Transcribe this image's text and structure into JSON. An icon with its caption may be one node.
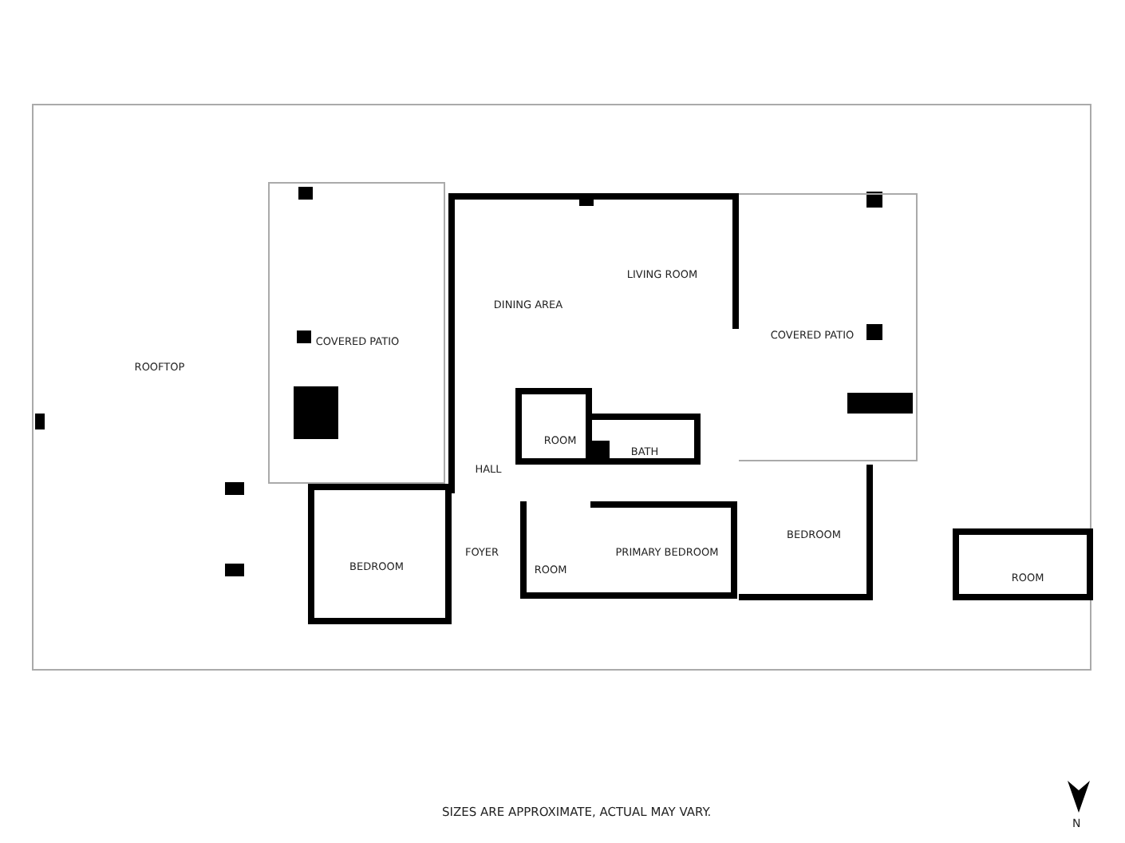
{
  "diagram": {
    "caption": "SIZES ARE APPROXIMATE, ACTUAL MAY VARY.",
    "nodes": [
      {
        "text": [
          "ROOFTOP"
        ]
      },
      {
        "text": [
          "COVERED PATIO"
        ],
        "in": 0
      },
      {
        "text": [
          "DINING AREA"
        ],
        "in": 0
      },
      {
        "text": [
          "LIVING ROOM"
        ],
        "in": 0
      },
      {
        "text": [
          "COVERED PATIO"
        ],
        "in": 0
      },
      {
        "text": [
          "ROOM"
        ],
        "in": 0
      },
      {
        "text": [
          "BATH"
        ],
        "in": 0
      },
      {
        "text": [
          "HALL"
        ],
        "in": 0
      },
      {
        "text": [
          "BEDROOM"
        ],
        "in": 0
      },
      {
        "text": [
          "FOYER"
        ],
        "in": 0
      },
      {
        "text": [
          "ROOM"
        ],
        "in": 0
      },
      {
        "text": [
          "PRIMARY BEDROOM"
        ],
        "in": 0
      },
      {
        "text": [
          "BEDROOM"
        ],
        "in": 0
      },
      {
        "text": [
          "ROOM"
        ],
        "in": 0
      }
    ],
    "labels": [
      "N"
    ]
  }
}
